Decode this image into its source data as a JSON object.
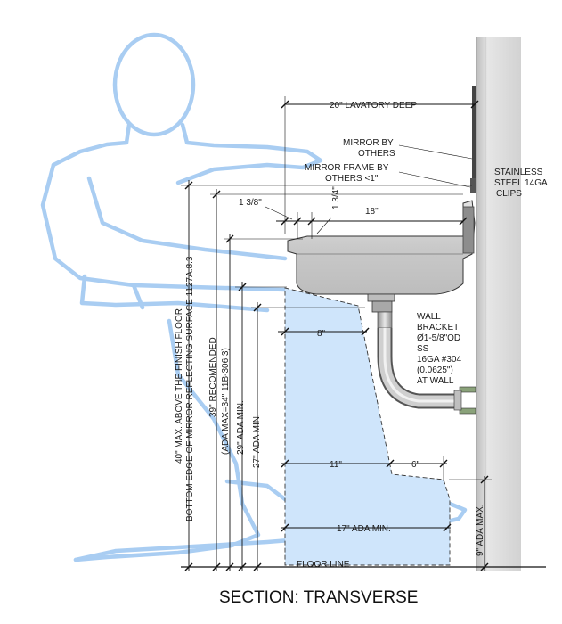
{
  "title": "SECTION: TRANSVERSE",
  "dimensions": {
    "lavatory_deep": "20\" LAVATORY DEEP",
    "rim_offset": "1 3/8\"",
    "rim_thickness": "1 3/4\"",
    "bowl_width": "18\"",
    "knee_depth_top": "8\"",
    "knee_depth_bottom": "11\"",
    "toe_depth": "6\"",
    "toe_ada_min": "17\" ADA MIN.",
    "toe_height_max": "9\" ADA MAX."
  },
  "callouts": {
    "mirror": [
      "MIRROR BY",
      "OTHERS"
    ],
    "mirror_frame": [
      "MIRROR FRAME BY",
      "OTHERS <1\""
    ],
    "clips": [
      "STAINLESS",
      "STEEL 14GA",
      "CLIPS"
    ],
    "bracket": [
      "WALL",
      "BRACKET",
      "Ø1-5/8\"OD",
      "SS",
      "16GA #304",
      "(0.0625\")",
      "AT WALL"
    ],
    "floor_line": "FLOOR LINE"
  },
  "heights": {
    "mirror_max_line1": "40\" MAX. ABOVE THE FINISH FLOOR",
    "mirror_max_line2": "BOTTOM EDGE OF MIRROR REFLECTING SURFACE 1127A.8.3",
    "recommended_line1": "39\" RECOMENDED",
    "recommended_line2": "(ADA MAX=34\" 11B-306.3)",
    "knee_29": "29\" ADA MIN.",
    "knee_27": "27\" ADA MIN."
  },
  "colors": {
    "clearance_fill": "#cfe5fb",
    "figure_outline": "#a9cdf2",
    "wall": "#d6d6d6",
    "sink": "#cfcfcf"
  }
}
